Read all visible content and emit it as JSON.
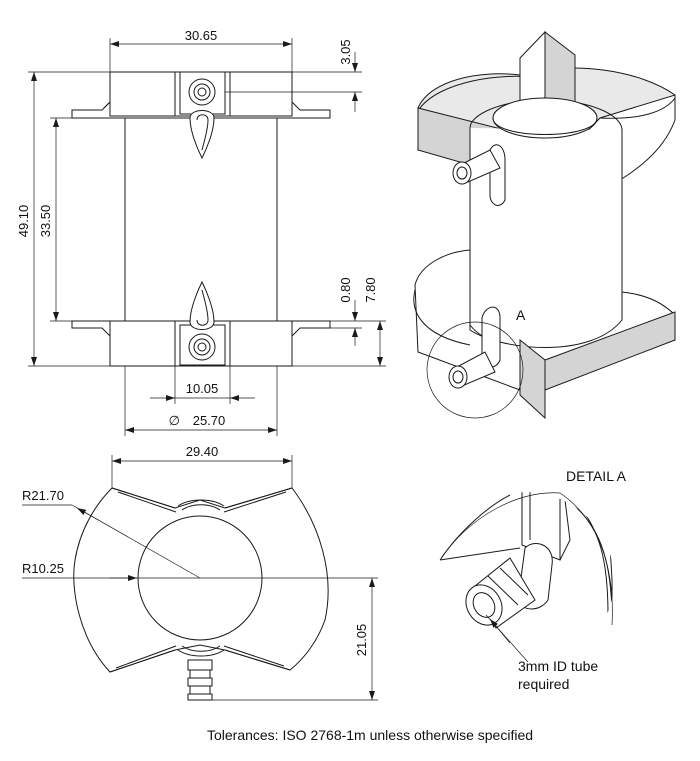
{
  "views": {
    "front": {
      "dims": {
        "top_width": "30.65",
        "top_thickness": "3.05",
        "overall_height": "49.10",
        "inner_height": "33.50",
        "flange_gap": "0.80",
        "flange_height": "7.80",
        "port_width": "10.05",
        "diameter": "25.70",
        "diameter_symbol": "∅"
      }
    },
    "top": {
      "dims": {
        "width": "29.40",
        "outer_radius": "R21.70",
        "inner_radius": "R10.25",
        "port_offset": "21.05"
      }
    },
    "isometric": {
      "detail_marker": "A"
    },
    "detail": {
      "title": "DETAIL A",
      "note_line1": "3mm ID tube",
      "note_line2": "required"
    }
  },
  "footer": {
    "tolerance_note": "Tolerances: ISO 2768-1m unless otherwise specified"
  }
}
